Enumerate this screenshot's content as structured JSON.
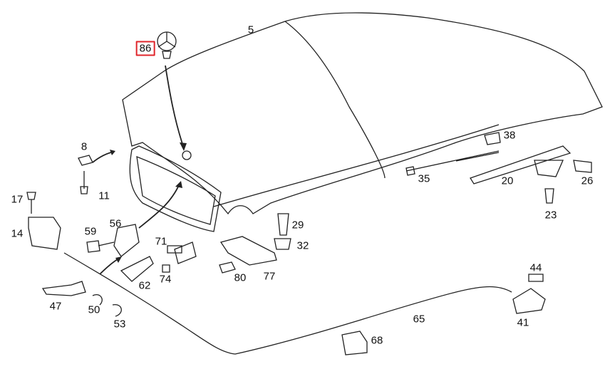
{
  "diagram": {
    "highlight_color": "#e0262b",
    "highlighted_part": "86",
    "parts": [
      {
        "id": "p5",
        "label": "5"
      },
      {
        "id": "p86",
        "label": "86"
      },
      {
        "id": "p8",
        "label": "8"
      },
      {
        "id": "p11",
        "label": "11"
      },
      {
        "id": "p17",
        "label": "17"
      },
      {
        "id": "p14",
        "label": "14"
      },
      {
        "id": "p59",
        "label": "59"
      },
      {
        "id": "p56",
        "label": "56"
      },
      {
        "id": "p71",
        "label": "71"
      },
      {
        "id": "p74",
        "label": "74"
      },
      {
        "id": "p62",
        "label": "62"
      },
      {
        "id": "p47",
        "label": "47"
      },
      {
        "id": "p50",
        "label": "50"
      },
      {
        "id": "p53",
        "label": "53"
      },
      {
        "id": "p38",
        "label": "38"
      },
      {
        "id": "p35",
        "label": "35"
      },
      {
        "id": "p20",
        "label": "20"
      },
      {
        "id": "p26",
        "label": "26"
      },
      {
        "id": "p23",
        "label": "23"
      },
      {
        "id": "p29",
        "label": "29"
      },
      {
        "id": "p32",
        "label": "32"
      },
      {
        "id": "p80",
        "label": "80"
      },
      {
        "id": "p77",
        "label": "77"
      },
      {
        "id": "p44",
        "label": "44"
      },
      {
        "id": "p41",
        "label": "41"
      },
      {
        "id": "p65",
        "label": "65"
      },
      {
        "id": "p68",
        "label": "68"
      }
    ]
  }
}
